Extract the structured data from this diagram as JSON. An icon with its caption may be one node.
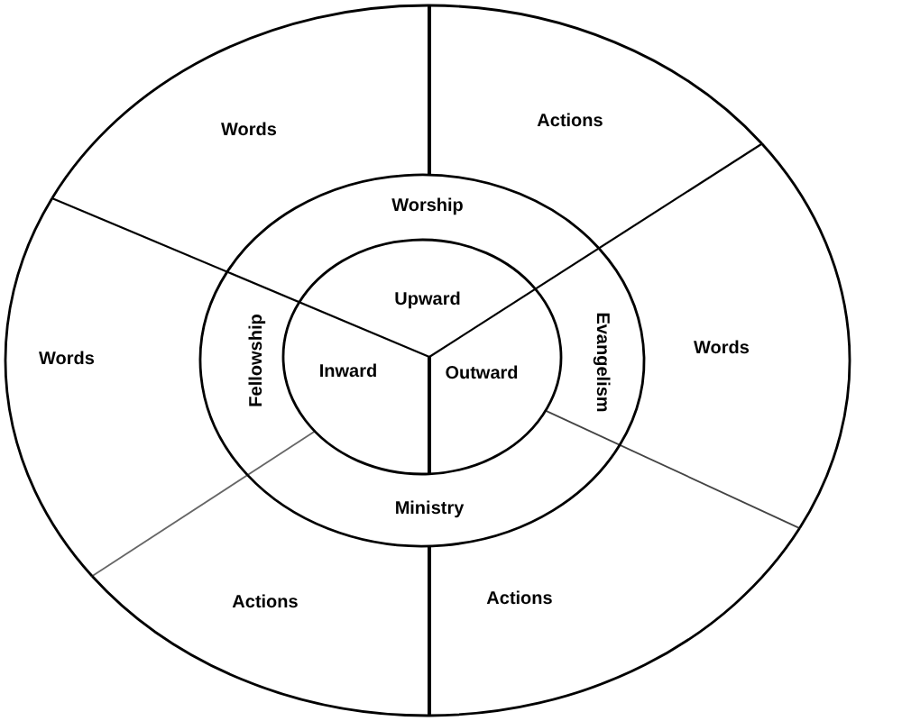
{
  "diagram": {
    "nodes": [
      {
        "text": [
          "Words"
        ]
      },
      {
        "text": [
          "Actions"
        ]
      },
      {
        "text": [
          "Worship"
        ]
      },
      {
        "text": [
          "Upward"
        ]
      },
      {
        "text": [
          "Words"
        ]
      },
      {
        "text": [
          "Fellowship"
        ]
      },
      {
        "text": [
          "Inward"
        ]
      },
      {
        "text": [
          "Outward"
        ]
      },
      {
        "text": [
          "Evangelism"
        ]
      },
      {
        "text": [
          "Words"
        ]
      },
      {
        "text": [
          "Ministry"
        ]
      },
      {
        "text": [
          "Actions"
        ]
      },
      {
        "text": [
          "Actions"
        ]
      }
    ]
  }
}
